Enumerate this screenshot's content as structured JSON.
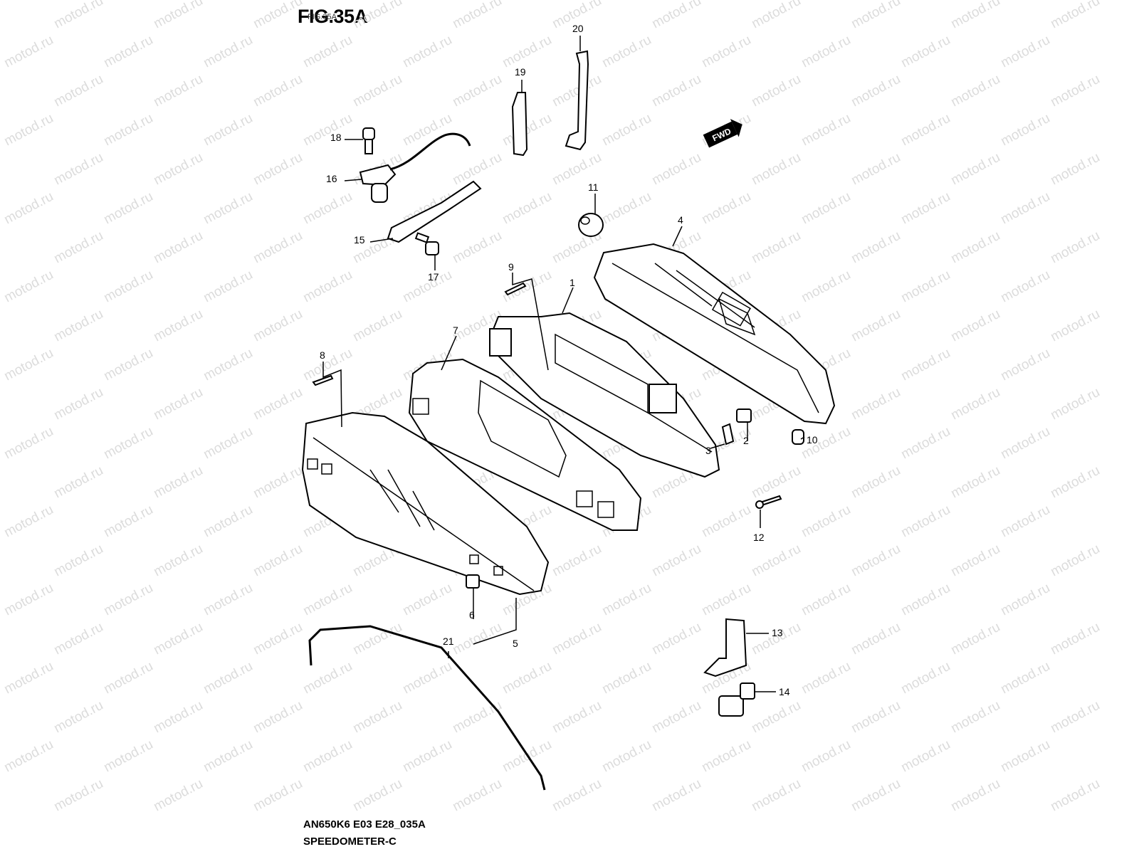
{
  "figure": {
    "title": "FIG.35A",
    "overlapping_title": "FIG.35A",
    "model_code": "AN650K6 E03 E28_035A",
    "section_name": "SPEEDOMETER-C"
  },
  "watermark": "motod.ru",
  "direction_badge": "FWD",
  "callouts": [
    "1",
    "2",
    "3",
    "4",
    "5",
    "6",
    "7",
    "8",
    "9",
    "10",
    "11",
    "12",
    "13",
    "14",
    "15",
    "16",
    "17",
    "18",
    "19",
    "20",
    "21"
  ]
}
